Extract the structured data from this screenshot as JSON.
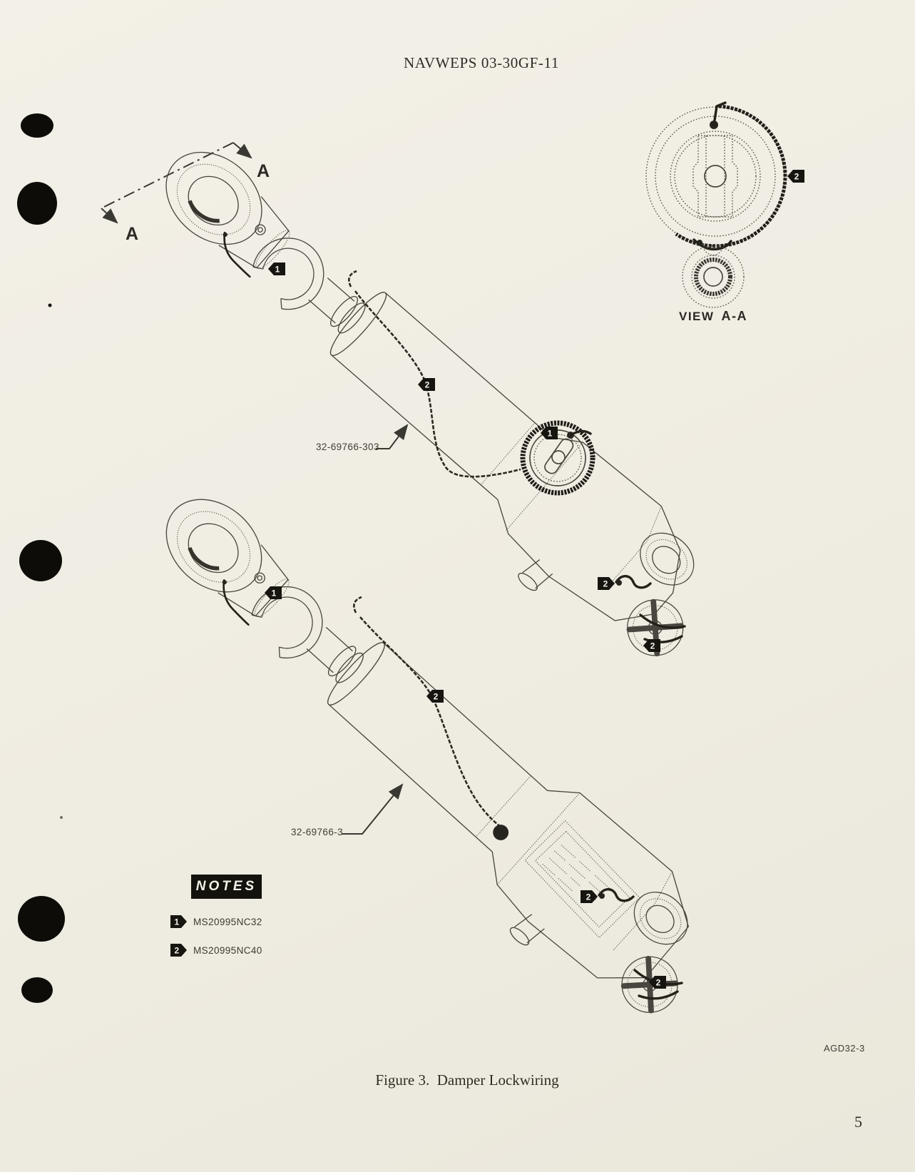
{
  "page": {
    "header": "NAVWEPS 03-30GF-11",
    "figure_caption": "Figure 3.  Damper Lockwiring",
    "page_number": "5",
    "artwork_id": "AGD32-3"
  },
  "figure": {
    "section_label": "A",
    "view_label": "VIEW",
    "view_name": "A-A",
    "callout_one": "1",
    "callout_two": "2",
    "part_label_top": "32-69766-303",
    "part_label_bottom": "32-69766-3"
  },
  "notes": {
    "title": "NOTES",
    "items": [
      {
        "flag": "1",
        "text": "MS20995NC32"
      },
      {
        "flag": "2",
        "text": "MS20995NC40"
      }
    ]
  },
  "colors": {
    "paper": "#f0ede4",
    "ink": "#3a3833"
  }
}
